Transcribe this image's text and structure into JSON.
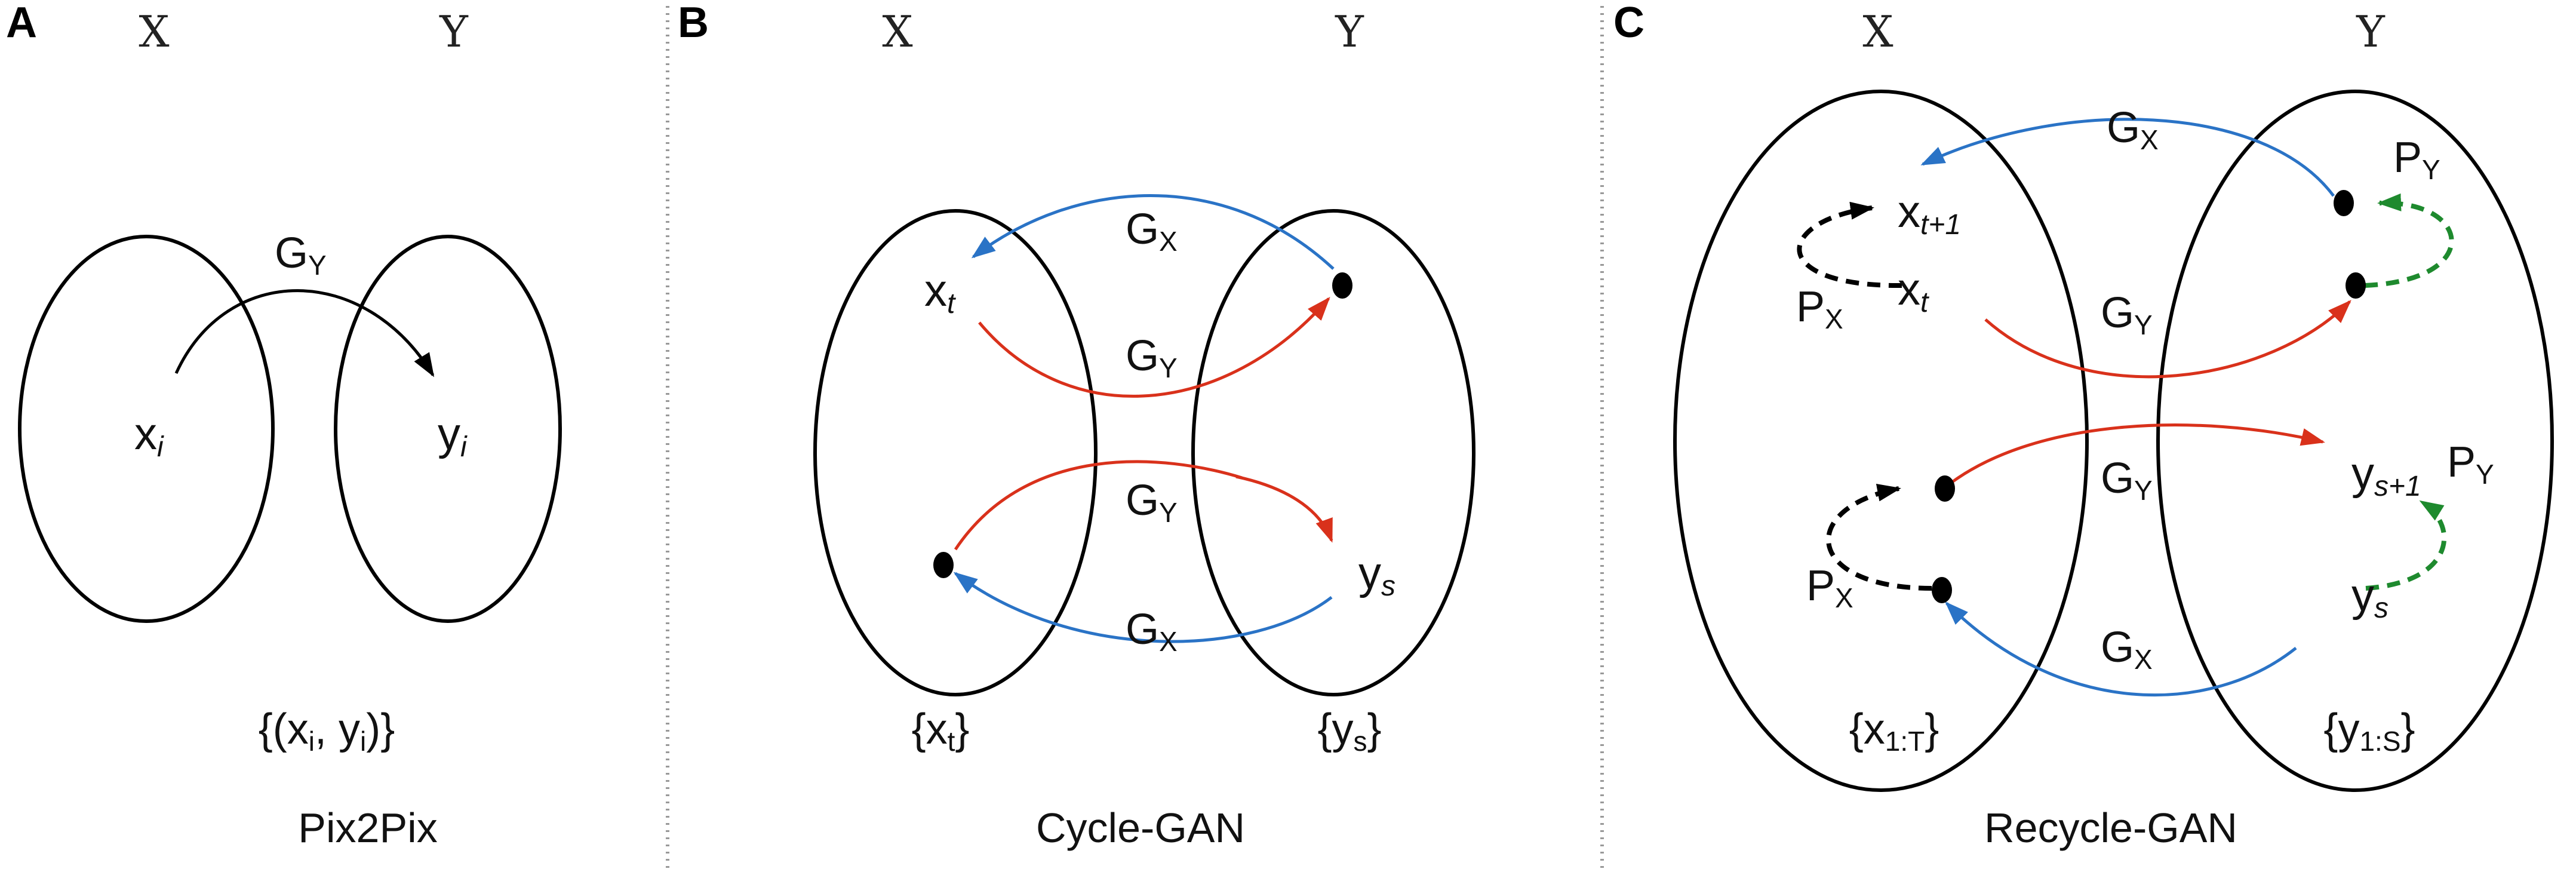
{
  "panels": [
    {
      "id": "A",
      "letter": "A",
      "domain_x": "X",
      "domain_y": "Y",
      "generator_y": {
        "base": "G",
        "sub": "Y"
      },
      "sample_x": {
        "base": "x",
        "sub": "i"
      },
      "sample_y": {
        "base": "y",
        "sub": "i"
      },
      "dataset": {
        "open": "{(x",
        "sub1": "i",
        "mid": ", y",
        "sub2": "i",
        "close": ")}"
      },
      "caption": "Pix2Pix"
    },
    {
      "id": "B",
      "letter": "B",
      "domain_x": "X",
      "domain_y": "Y",
      "generator_x": {
        "base": "G",
        "sub": "X"
      },
      "generator_y": {
        "base": "G",
        "sub": "Y"
      },
      "sample_x": {
        "base": "x",
        "sub": "t"
      },
      "sample_y": {
        "base": "y",
        "sub": "s"
      },
      "set_x": {
        "open": "{x",
        "sub": "t",
        "close": "}"
      },
      "set_y": {
        "open": "{y",
        "sub": "s",
        "close": "}"
      },
      "caption": "Cycle-GAN"
    },
    {
      "id": "C",
      "letter": "C",
      "domain_x": "X",
      "domain_y": "Y",
      "generator_x": {
        "base": "G",
        "sub": "X"
      },
      "generator_y": {
        "base": "G",
        "sub": "Y"
      },
      "predictor_x": {
        "base": "P",
        "sub": "X"
      },
      "predictor_y": {
        "base": "P",
        "sub": "Y"
      },
      "sample_x_next": {
        "base": "x",
        "sub": "t+1"
      },
      "sample_x": {
        "base": "x",
        "sub": "t"
      },
      "sample_y_next": {
        "base": "y",
        "sub": "s+1"
      },
      "sample_y": {
        "base": "y",
        "sub": "s"
      },
      "set_x": {
        "open": "{x",
        "sub": "1:T",
        "close": "}"
      },
      "set_y": {
        "open": "{y",
        "sub": "1:S",
        "close": "}"
      },
      "caption": "Recycle-GAN"
    }
  ],
  "colors": {
    "forward_generator": "#d9311b",
    "backward_generator": "#2a73c6",
    "predictor_x": "#000000",
    "predictor_y": "#1e8a2e",
    "panel_divider": "#999999"
  }
}
